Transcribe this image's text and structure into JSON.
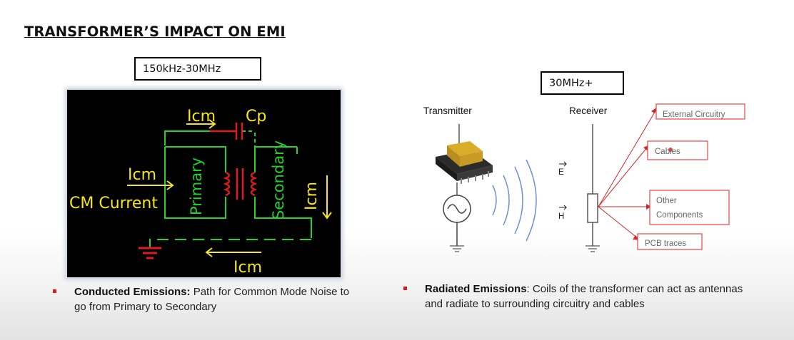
{
  "slide": {
    "title": "TRANSFORMER’S IMPACT ON EMI"
  },
  "conducted": {
    "freq_label": "150kHz-30MHz",
    "labels": {
      "icm_top": "Icm",
      "cp": "Cp",
      "icm_left": "Icm",
      "cm_current": "CM Current",
      "primary": "Primary",
      "secondary": "Secondary",
      "icm_right": "Icm",
      "icm_bottom": "Icm"
    },
    "colors": {
      "wire": "#25d22c",
      "label": "#f5e51e",
      "coil": "#e01b1b",
      "background": "#000000"
    }
  },
  "radiated": {
    "freq_label": "30MHz+",
    "transmitter_label": "Transmitter",
    "receiver_label": "Receiver",
    "e_label": "E",
    "h_label": "H",
    "targets": [
      "External Circuitry",
      "Cables",
      "Other",
      "Components",
      "PCB traces"
    ],
    "colors": {
      "target_box": "#e04545",
      "arrow": "#cc2a2a",
      "waves": "#6f8fd6"
    }
  },
  "bullets": {
    "left": {
      "bold": "Conducted Emissions:",
      "text": " Path for Common Mode Noise to go from Primary to Secondary"
    },
    "right": {
      "bold": "Radiated Emissions",
      "text": ": Coils of the transformer can act as antennas and radiate to surrounding circuitry and cables"
    }
  }
}
